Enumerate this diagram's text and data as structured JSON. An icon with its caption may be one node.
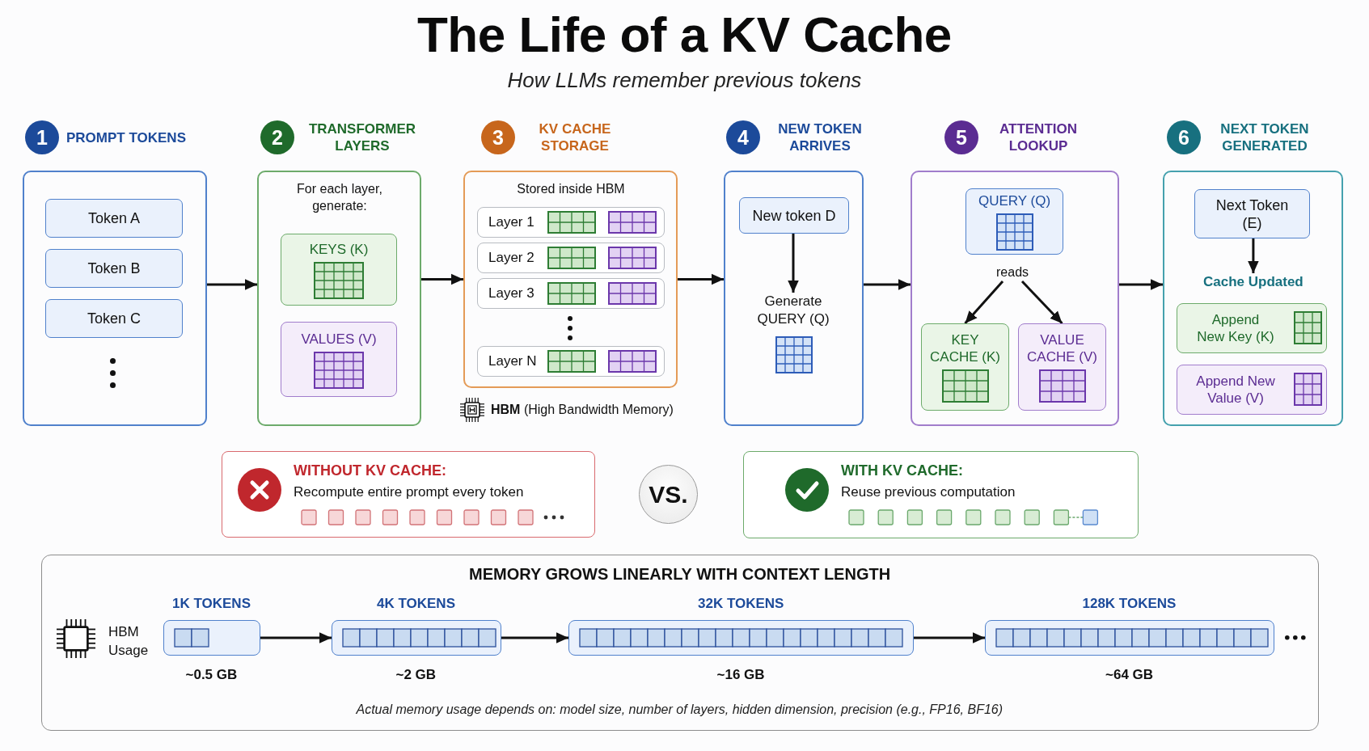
{
  "diagram": {
    "title": "The Life of a KV Cache",
    "nodes": [
      {
        "text": [
          "1",
          "PROMPT TOKENS"
        ]
      },
      {
        "text": [
          "Token A"
        ],
        "in": 0
      },
      {
        "text": [
          "Token B"
        ],
        "in": 0
      },
      {
        "text": [
          "Token C"
        ],
        "in": 0
      },
      {
        "text": [
          "2",
          "TRANSFORMER LAYERS",
          "For each layer, generate:"
        ]
      },
      {
        "text": [
          "KEYS (K)"
        ],
        "in": 4
      },
      {
        "text": [
          "VALUES (V)"
        ],
        "in": 4
      },
      {
        "text": [
          "3",
          "KV CACHE STORAGE",
          "Stored inside HBM"
        ],
        "beside": [
          "**HBM** (High Bandwidth Memory)"
        ]
      },
      {
        "text": [
          "Layer 1"
        ],
        "in": 7
      },
      {
        "text": [
          "Layer 2"
        ],
        "in": 7
      },
      {
        "text": [
          "Layer 3"
        ],
        "in": 7
      },
      {
        "text": [
          "Layer N"
        ],
        "in": 7
      },
      {
        "text": [
          "4",
          "NEW TOKEN ARRIVES"
        ]
      },
      {
        "text": [
          "New token D"
        ],
        "in": 12
      },
      {
        "text": [
          "Generate QUERY (Q)"
        ],
        "in": 12
      },
      {
        "text": [
          "5",
          "ATTENTION LOOKUP"
        ]
      },
      {
        "text": [
          "QUERY (Q)"
        ],
        "in": 15
      },
      {
        "text": [
          "reads"
        ],
        "in": 15
      },
      {
        "text": [
          "KEY CACHE (K)"
        ],
        "in": 15
      },
      {
        "text": [
          "VALUE CACHE (V)"
        ],
        "in": 15
      },
      {
        "text": [
          "6",
          "NEXT TOKEN GENERATED"
        ]
      },
      {
        "text": [
          "Next Token (E)"
        ],
        "in": 20
      },
      {
        "text": [
          "Cache Updated"
        ],
        "in": 20
      },
      {
        "text": [
          "Append New Key (K)"
        ],
        "in": 20
      },
      {
        "text": [
          "Append New Value (V)"
        ],
        "in": 20
      },
      {
        "text": [
          "WITHOUT KV CACHE:",
          "Recompute entire prompt every token"
        ]
      },
      {
        "text": [
          "VS."
        ]
      },
      {
        "text": [
          "WITH KV CACHE:",
          "Reuse previous computation"
        ]
      },
      {
        "text": [
          "MEMORY GROWS LINEARLY WITH CONTEXT LENGTH",
          "Actual memory usage depends on: model size, number of layers, hidden dimension, precision (e.g., FP16, BF16)"
        ]
      },
      {
        "text": [
          "1K TOKENS"
        ],
        "beside": [
          "~0.5 GB"
        ],
        "in": 28
      },
      {
        "text": [
          "4K TOKENS"
        ],
        "beside": [
          "~2 GB"
        ],
        "in": 28
      },
      {
        "text": [
          "32K TOKENS"
        ],
        "beside": [
          "~16 GB"
        ],
        "in": 28
      },
      {
        "text": [
          "128K TOKENS"
        ],
        "beside": [
          "~64 GB"
        ],
        "in": 28
      }
    ],
    "edges": [
      {
        "from": 0,
        "to": 4,
        "arrow": "to"
      },
      {
        "from": 4,
        "to": 7,
        "arrow": "to"
      },
      {
        "from": 7,
        "to": 12,
        "arrow": "to"
      },
      {
        "from": 12,
        "to": 15,
        "arrow": "to"
      },
      {
        "from": 15,
        "to": 20,
        "arrow": "to"
      },
      {
        "from": 13,
        "to": 14,
        "arrow": "to"
      },
      {
        "from": 17,
        "to": 18,
        "arrow": "to"
      },
      {
        "from": 17,
        "to": 19,
        "arrow": "to"
      },
      {
        "from": 21,
        "to": 22,
        "arrow": "to"
      },
      {
        "from": 29,
        "to": 30,
        "arrow": "to"
      },
      {
        "from": 30,
        "to": 31,
        "arrow": "to"
      },
      {
        "from": 31,
        "to": 32,
        "arrow": "to"
      }
    ],
    "labels": [
      "How LLMs remember previous tokens",
      "HBM Usage"
    ]
  }
}
